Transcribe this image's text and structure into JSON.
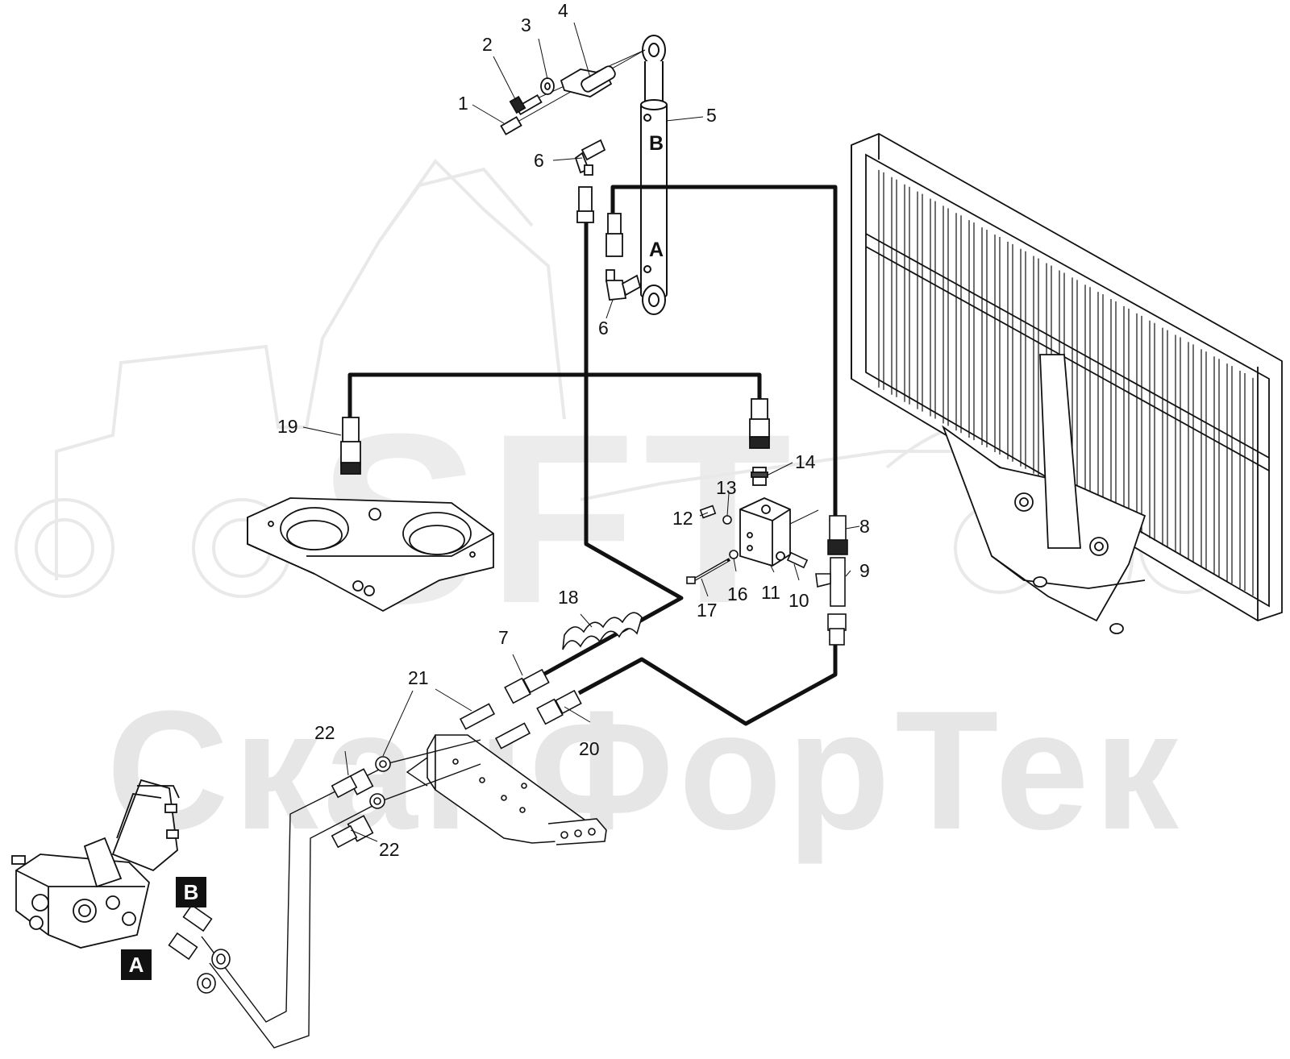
{
  "watermark": {
    "logo_text": "SFT",
    "company_text": "СканФорТек"
  },
  "callouts": [
    {
      "id": "c1",
      "text": "1"
    },
    {
      "id": "c2",
      "text": "2"
    },
    {
      "id": "c3",
      "text": "3"
    },
    {
      "id": "c4",
      "text": "4"
    },
    {
      "id": "c5",
      "text": "5"
    },
    {
      "id": "c6a",
      "text": "6"
    },
    {
      "id": "c6b",
      "text": "6"
    },
    {
      "id": "c7",
      "text": "7"
    },
    {
      "id": "c8",
      "text": "8"
    },
    {
      "id": "c9",
      "text": "9"
    },
    {
      "id": "c10",
      "text": "10"
    },
    {
      "id": "c11",
      "text": "11"
    },
    {
      "id": "c12",
      "text": "12"
    },
    {
      "id": "c13",
      "text": "13"
    },
    {
      "id": "c14",
      "text": "14"
    },
    {
      "id": "c16",
      "text": "16"
    },
    {
      "id": "c17",
      "text": "17"
    },
    {
      "id": "c18",
      "text": "18"
    },
    {
      "id": "c19",
      "text": "19"
    },
    {
      "id": "c20",
      "text": "20"
    },
    {
      "id": "c21",
      "text": "21"
    },
    {
      "id": "c22a",
      "text": "22"
    },
    {
      "id": "c22b",
      "text": "22"
    }
  ],
  "ports": {
    "cylinder_b": "B",
    "cylinder_a": "A",
    "valve_b": "B",
    "valve_a": "A"
  },
  "colors": {
    "line": "#111111",
    "watermark": "#e6e6e6",
    "port_box": "#111111"
  }
}
